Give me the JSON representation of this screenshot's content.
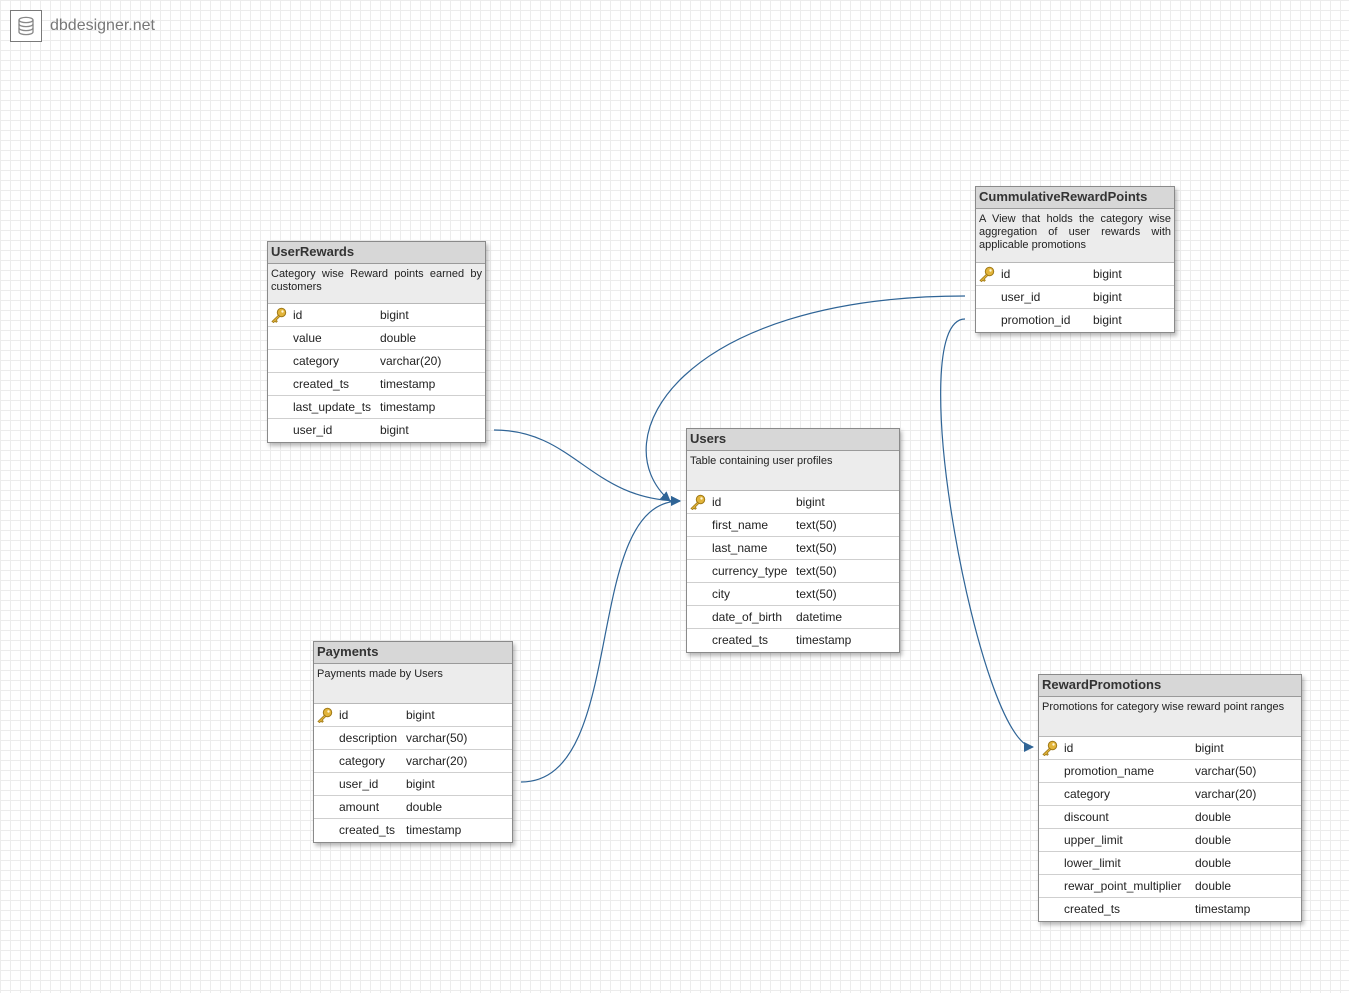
{
  "app": {
    "name": "dbdesigner.net"
  },
  "icons": {
    "logo": "database-icon",
    "primary_key": "key-icon"
  },
  "colors": {
    "link": "#2f6496",
    "header": "#d7d7d7",
    "description": "#ececec"
  },
  "tables": {
    "userrewards": {
      "name": "UserRewards",
      "description": "Category wise Reward points earned by customers",
      "columns": [
        {
          "name": "id",
          "type": "bigint"
        },
        {
          "name": "value",
          "type": "double"
        },
        {
          "name": "category",
          "type": "varchar(20)"
        },
        {
          "name": "created_ts",
          "type": "timestamp"
        },
        {
          "name": "last_update_ts",
          "type": "timestamp"
        },
        {
          "name": "user_id",
          "type": "bigint"
        }
      ]
    },
    "cumm": {
      "name": "CummulativeRewardPoints",
      "description": "A View that holds the category wise aggregation of user rewards with applicable promotions",
      "columns": [
        {
          "name": "id",
          "type": "bigint"
        },
        {
          "name": "user_id",
          "type": "bigint"
        },
        {
          "name": "promotion_id",
          "type": "bigint"
        }
      ]
    },
    "users": {
      "name": "Users",
      "description": "Table containing user profiles",
      "columns": [
        {
          "name": "id",
          "type": "bigint"
        },
        {
          "name": "first_name",
          "type": "text(50)"
        },
        {
          "name": "last_name",
          "type": "text(50)"
        },
        {
          "name": "currency_type",
          "type": "text(50)"
        },
        {
          "name": "city",
          "type": "text(50)"
        },
        {
          "name": "date_of_birth",
          "type": "datetime"
        },
        {
          "name": "created_ts",
          "type": "timestamp"
        }
      ]
    },
    "payments": {
      "name": "Payments",
      "description": "Payments made by Users",
      "columns": [
        {
          "name": "id",
          "type": "bigint"
        },
        {
          "name": "description",
          "type": "varchar(50)"
        },
        {
          "name": "category",
          "type": "varchar(20)"
        },
        {
          "name": "user_id",
          "type": "bigint"
        },
        {
          "name": "amount",
          "type": "double"
        },
        {
          "name": "created_ts",
          "type": "timestamp"
        }
      ]
    },
    "promos": {
      "name": "RewardPromotions",
      "description": "Promotions for category wise reward point ranges",
      "columns": [
        {
          "name": "id",
          "type": "bigint"
        },
        {
          "name": "promotion_name",
          "type": "varchar(50)"
        },
        {
          "name": "category",
          "type": "varchar(20)"
        },
        {
          "name": "discount",
          "type": "double"
        },
        {
          "name": "upper_limit",
          "type": "double"
        },
        {
          "name": "lower_limit",
          "type": "double"
        },
        {
          "name": "rewar_point_multiplier",
          "type": "double"
        },
        {
          "name": "created_ts",
          "type": "timestamp"
        }
      ]
    }
  },
  "relationships": [
    {
      "from": "UserRewards.user_id",
      "to": "Users.id"
    },
    {
      "from": "Payments.user_id",
      "to": "Users.id"
    },
    {
      "from": "CummulativeRewardPoints.user_id",
      "to": "Users.id"
    },
    {
      "from": "CummulativeRewardPoints.promotion_id",
      "to": "RewardPromotions.id"
    }
  ]
}
